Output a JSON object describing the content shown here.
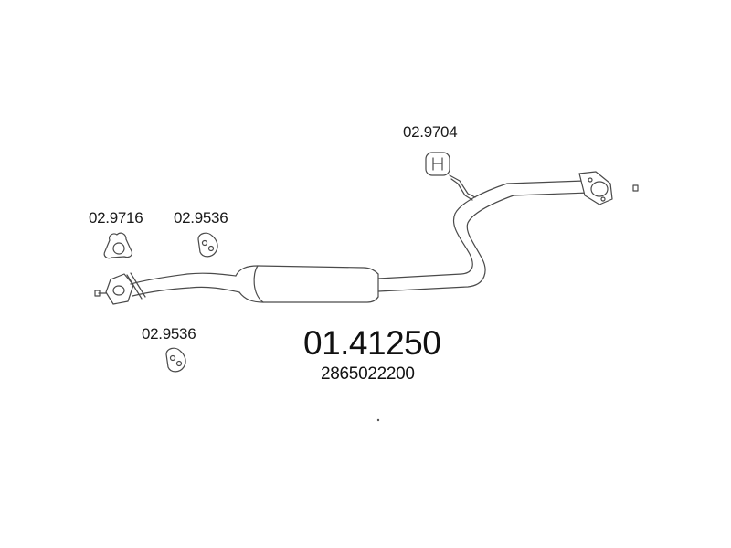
{
  "part_number": "01.41250",
  "oem_number": "2865022200",
  "accessories": [
    {
      "code": "02.9704",
      "icon": "rubber-hanger-icon"
    },
    {
      "code": "02.9716",
      "icon": "triangular-gasket-icon"
    },
    {
      "code": "02.9536",
      "icon": "rubber-mount-icon"
    },
    {
      "code": "02.9536",
      "icon": "rubber-mount-icon"
    }
  ],
  "colors": {
    "line": "#4a4a4a",
    "text": "#111111"
  }
}
